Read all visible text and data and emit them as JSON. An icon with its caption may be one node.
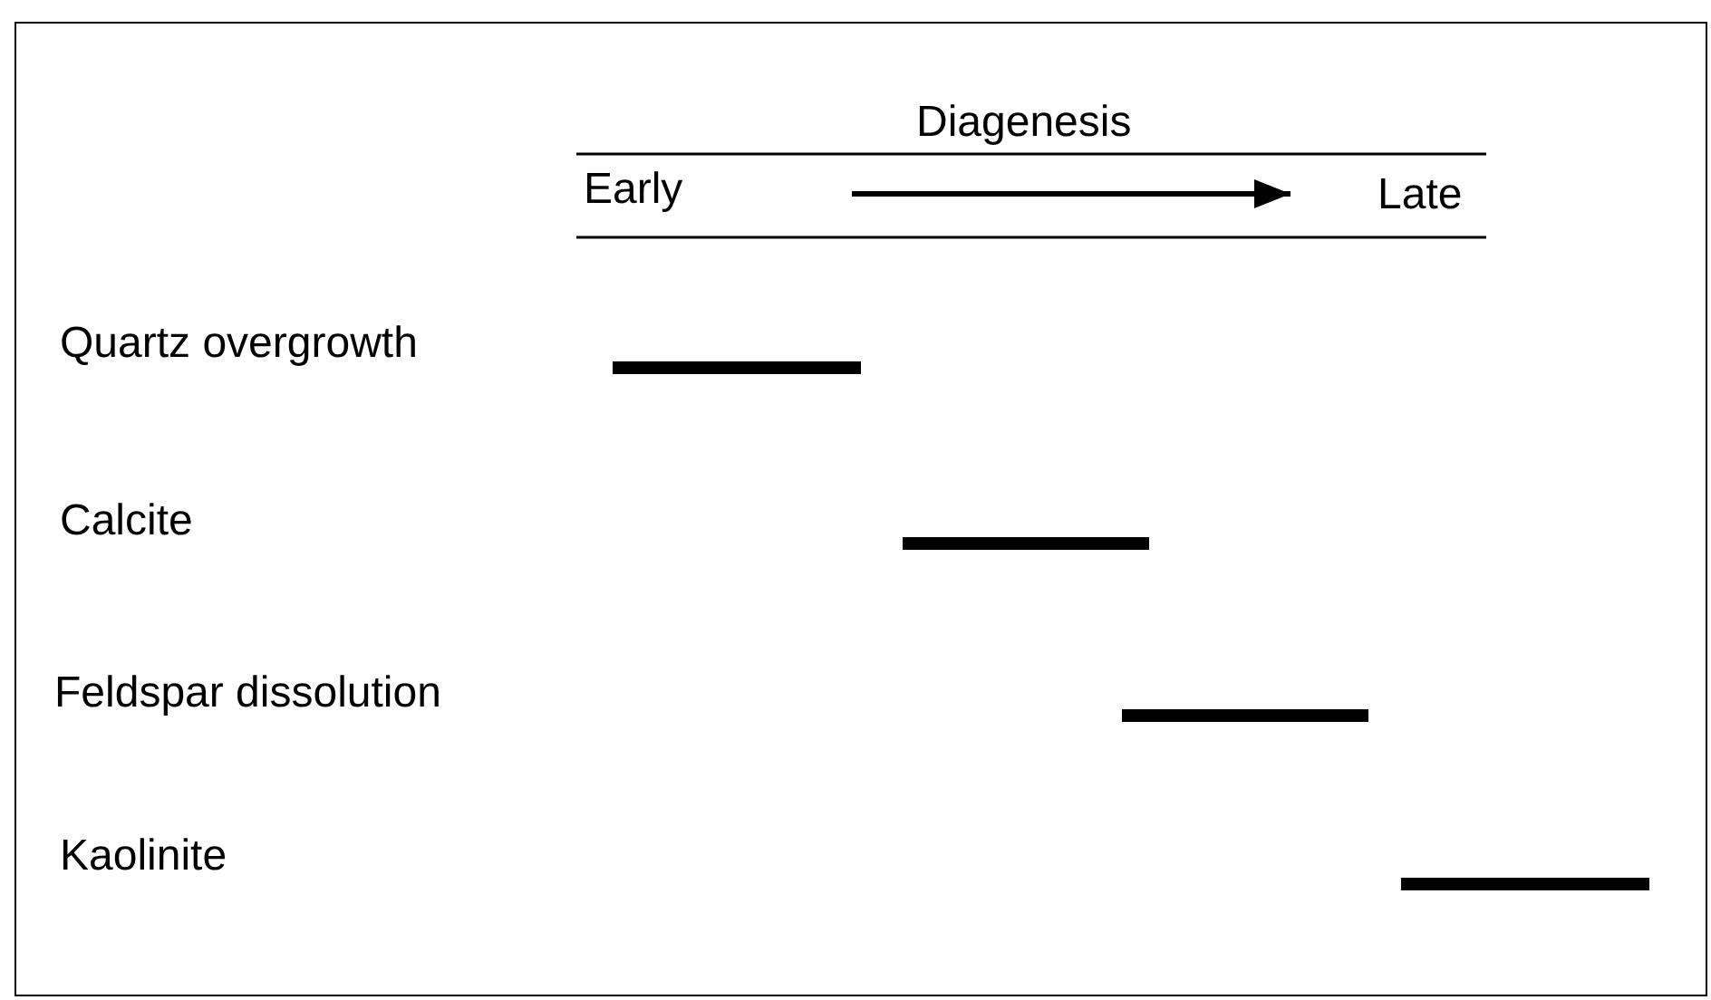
{
  "diagram": {
    "title": "Diagenesis",
    "labels": [
      "Early",
      "Late",
      "Quartz overgrowth",
      "Calcite",
      "Feldspar dissolution",
      "Kaolinite"
    ]
  }
}
